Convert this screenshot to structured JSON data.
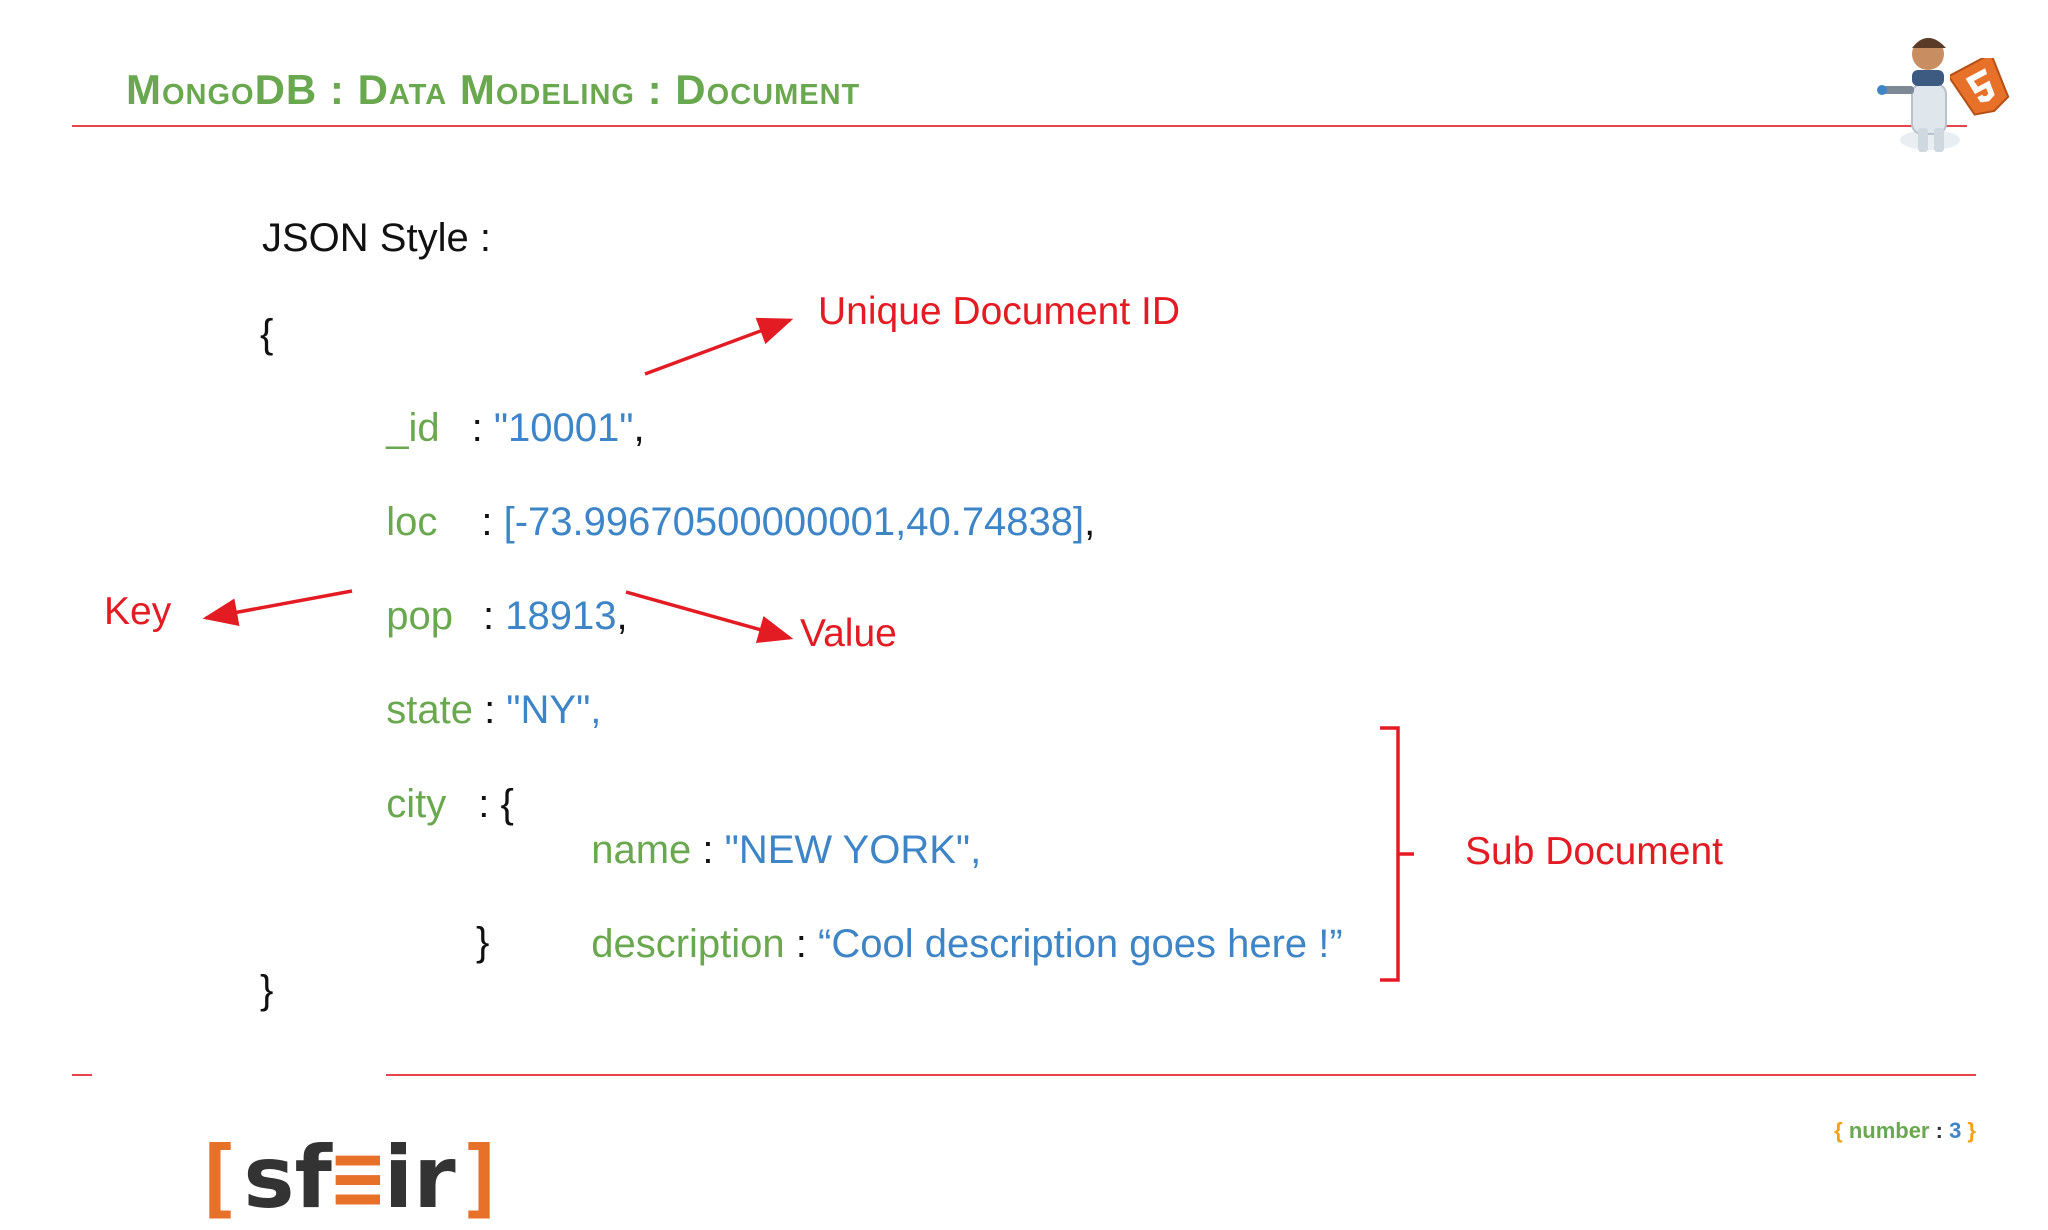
{
  "slide": {
    "title": "MongoDB : Data Modeling : Document",
    "section_label": "JSON Style :",
    "colors": {
      "title": "#6aa84f",
      "rule": "#e8434a",
      "key": "#6aa84f",
      "value": "#3d85c6",
      "annotation": "#e31b23",
      "text": "#111111",
      "brand_orange": "#e8712a",
      "brand_dark": "#333333",
      "footer_brace": "#f1a21a"
    }
  },
  "document": {
    "open_brace": "{",
    "close_brace": "}",
    "fields": [
      {
        "key": "_id",
        "sep": ": ",
        "value": "\"10001\"",
        "trail": ","
      },
      {
        "key": "loc",
        "sep": ": ",
        "value": "[-73.99670500000001,40.74838]",
        "trail": ","
      },
      {
        "key": "pop",
        "sep": ": ",
        "value": "18913",
        "trail": ","
      },
      {
        "key": "state",
        "sep": " : ",
        "value": "\"NY\","
      },
      {
        "key": "city",
        "sep": ": ",
        "open": "{"
      }
    ],
    "subdocument": {
      "fields": [
        {
          "key": "name",
          "sep": " : ",
          "value": "\"NEW YORK\","
        },
        {
          "key": "description",
          "sep": " : ",
          "value": "“Cool description goes here !”"
        }
      ],
      "close": "}"
    }
  },
  "annotations": {
    "unique_id": "Unique Document ID",
    "key": "Key",
    "value": "Value",
    "sub_document": "Sub Document"
  },
  "footer": {
    "logo": {
      "left_bracket": "[",
      "text_a": "sf",
      "symbol": "≡",
      "text_b": "ir",
      "right_bracket": "]"
    },
    "page": {
      "open": "{ ",
      "label": "number",
      "sep": " : ",
      "value": "3",
      "close": " }"
    }
  },
  "icons": {
    "mascot": "html5-robot-mascot-icon",
    "html5": "html5-shield-icon"
  }
}
